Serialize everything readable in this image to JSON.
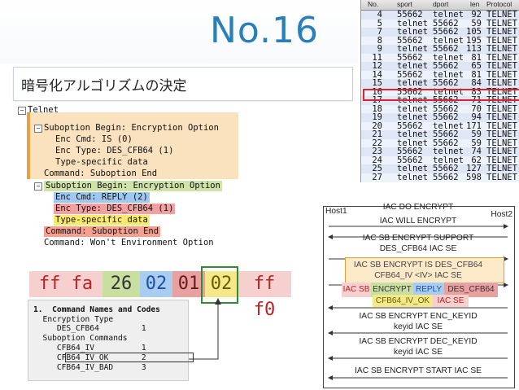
{
  "slide": {
    "title": "No.16",
    "subtitle": "暗号化アルゴリズムの決定"
  },
  "packet_list": {
    "headers": [
      "No.",
      "sport",
      "dport",
      "len",
      "Protocol"
    ],
    "rows": [
      [
        "4",
        "55662",
        "telnet",
        "92",
        "TELNET"
      ],
      [
        "5",
        "telnet",
        "55662",
        "59",
        "TELNET"
      ],
      [
        "7",
        "telnet",
        "55662",
        "105",
        "TELNET"
      ],
      [
        "8",
        "55662",
        "telnet",
        "195",
        "TELNET"
      ],
      [
        "9",
        "telnet",
        "55662",
        "113",
        "TELNET"
      ],
      [
        "11",
        "55662",
        "telnet",
        "81",
        "TELNET"
      ],
      [
        "12",
        "telnet",
        "55662",
        "65",
        "TELNET"
      ],
      [
        "14",
        "55662",
        "telnet",
        "81",
        "TELNET"
      ],
      [
        "15",
        "telnet",
        "55662",
        "84",
        "TELNET"
      ],
      [
        "16",
        "55662",
        "telnet",
        "83",
        "TELNET"
      ],
      [
        "17",
        "telnet",
        "55662",
        "71",
        "TELNET"
      ],
      [
        "18",
        "telnet",
        "55662",
        "70",
        "TELNET"
      ],
      [
        "19",
        "telnet",
        "55662",
        "94",
        "TELNET"
      ],
      [
        "20",
        "55662",
        "telnet",
        "171",
        "TELNET"
      ],
      [
        "21",
        "telnet",
        "55662",
        "59",
        "TELNET"
      ],
      [
        "22",
        "telnet",
        "55662",
        "59",
        "TELNET"
      ],
      [
        "23",
        "55662",
        "telnet",
        "74",
        "TELNET"
      ],
      [
        "24",
        "55662",
        "telnet",
        "62",
        "TELNET"
      ],
      [
        "25",
        "telnet",
        "55662",
        "127",
        "TELNET"
      ],
      [
        "27",
        "telnet",
        "55662",
        "598",
        "TELNET"
      ]
    ],
    "selected_index": 9,
    "selected_color": "#e0202a"
  },
  "packet_detail": {
    "lines": [
      "Telnet",
      "Suboption Begin: Encryption Option",
      "Enc Cmd: IS (0)",
      "Enc Type: DES_CFB64 (1)",
      "Type-specific data",
      "Command: Suboption End",
      "Suboption Begin: Encryption Option",
      "Enc Cmd: REPLY (2)",
      "Enc Type: DES_CFB64 (1)",
      "Type-specific data",
      "Command: Suboption End",
      "Command: Won't Environment Option"
    ],
    "tree_minus": "−",
    "tree_plus": "+"
  },
  "hex_row": {
    "bytes": [
      "ff fa",
      "26",
      "02",
      "01",
      "02",
      "ff f0"
    ],
    "colors": [
      "#f4a0a0",
      "#cfe3a8",
      "#9ec8f0",
      "#f4a090",
      "#f7ea6e",
      "#f4a0a0"
    ],
    "box_color": "#2f8a3a"
  },
  "code_names": {
    "lines": [
      "1.  Command Names and Codes",
      "  Encryption Type",
      "     DES_CFB64         1",
      "  Suboption Commands",
      "     CFB64_IV          1",
      "     CFB64_IV_OK       2",
      "     CFB64_IV_BAD      3"
    ]
  },
  "sequence_diagram": {
    "host1": "Host1",
    "host2": "Host2",
    "messages": [
      {
        "text": "IAC DO ENCRYPT",
        "direction": "right"
      },
      {
        "text": "IAC WILL ENCRYPT",
        "direction": "left"
      },
      {
        "text": "IAC SB ENCRYPT SUPPORT\nDES_CFB64 IAC SE",
        "direction": "right"
      },
      {
        "text": "IAC SB ENCRYPT IS DES_CFB64\nCFB64_IV <IV> IAC SE",
        "direction": "right"
      },
      {
        "text": "IAC SB ENCRYPT REPLY DES_CFB64\nCFB64_IV_OK IAC SE",
        "direction": "left"
      },
      {
        "text": "IAC SB ENCRYPT ENC_KEYID\nkeyid IAC SE",
        "direction": "left"
      },
      {
        "text": "IAC SB ENCRYPT DEC_KEYID\nkeyid IAC SE",
        "direction": "left"
      },
      {
        "text": "IAC SB ENCRYPT START IAC SE",
        "direction": "left"
      }
    ],
    "reply_segments": {
      "iac_sb": "IAC SB",
      "encrypt": "ENCRYPT",
      "reply": "REPLY",
      "des": "DES_CFB64",
      "ok": "CFB64_IV_OK",
      "iac_se": "IAC SE"
    }
  }
}
